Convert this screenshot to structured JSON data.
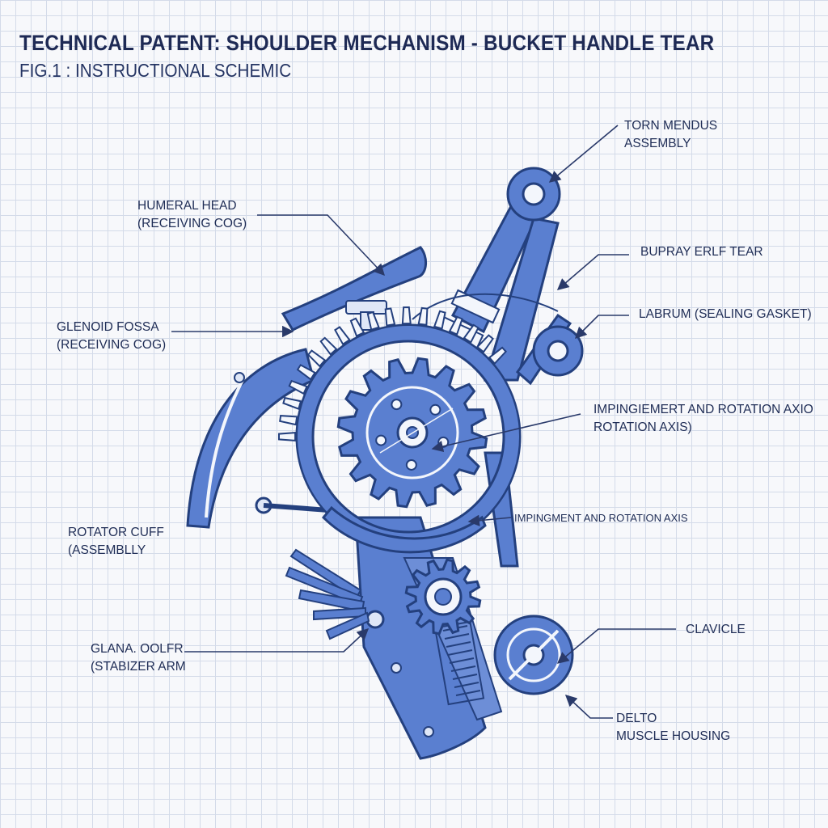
{
  "header": {
    "title": "TECHNICAL PATENT: SHOULDER MECHANISM - BUCKET HANDLE TEAR",
    "subtitle": "FIG.1 : INSTRUCTIONAL SCHEMIC"
  },
  "labels": {
    "torn_meniscus": [
      "TORN MENDUS",
      "ASSEMBLY"
    ],
    "humeral_head": [
      "HUMERAL HEAD",
      "(RECEIVING COG)"
    ],
    "superior_tear": [
      "BUPRAY ERLF TEAR"
    ],
    "labrum": [
      "LABRUM (SEALING GASKET)"
    ],
    "glenoid_fossa": [
      "GLENOID FOSSA",
      "(RECEIVING COG)"
    ],
    "impingement_axis_upper": [
      "IMPINGIEMERT AND ROTATION AXIO",
      "ROTATION AXIS)"
    ],
    "impingement_axis_lower": [
      "IMPINGMENT AND ROTATION AXIS"
    ],
    "rotator_cuff": [
      "ROTATOR CUFF",
      "(ASSEMBLLY"
    ],
    "clavicle": [
      "CLAVICLE"
    ],
    "stabilizer_arm": [
      "GLANA. OOLFR",
      "(STABIZER ARM"
    ],
    "deltoid": [
      "DELTO",
      "MUSCLE HOUSING"
    ]
  },
  "colors": {
    "part_fill": "#5a7fd0",
    "part_stroke": "#24407e",
    "leader_line": "#2a3a6a",
    "text": "#1f2d56"
  }
}
